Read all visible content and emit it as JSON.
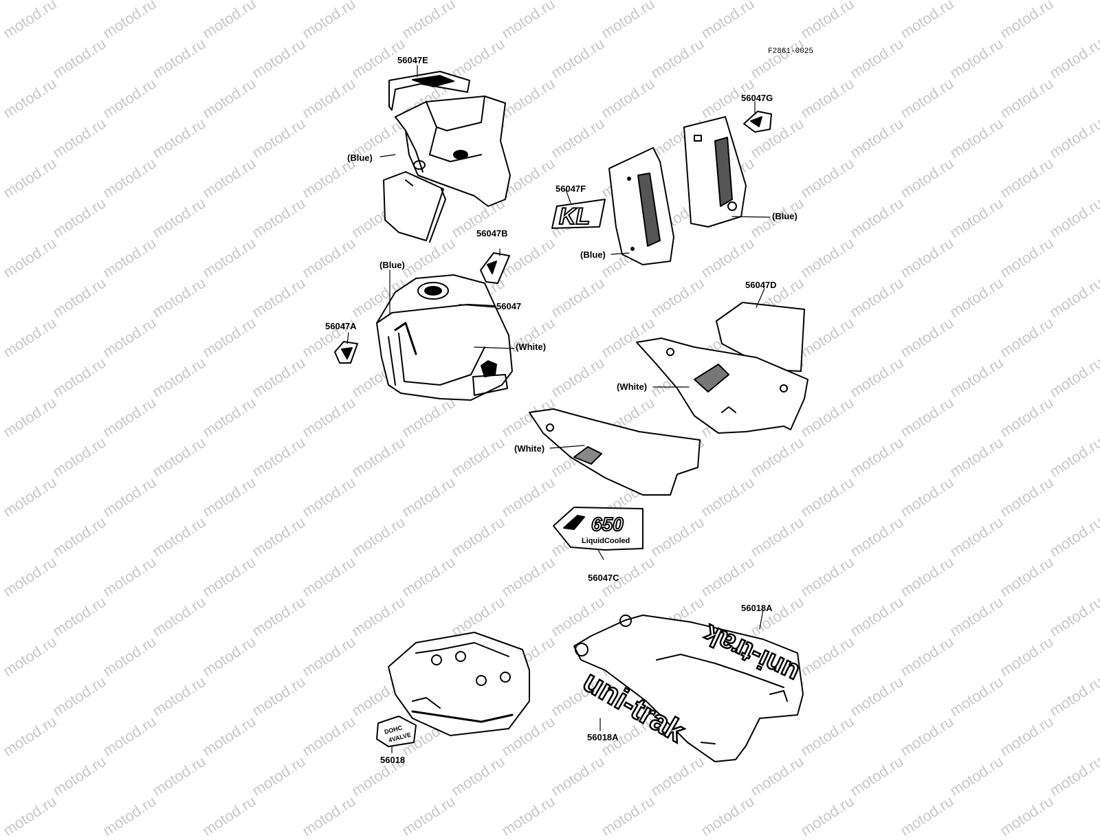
{
  "figure_code": "F2861-0025",
  "watermark": "motod.ru",
  "parts": [
    {
      "id": "p56047E",
      "label": "56047E"
    },
    {
      "id": "p56047G",
      "label": "56047G"
    },
    {
      "id": "p56047F",
      "label": "56047F"
    },
    {
      "id": "p56047B",
      "label": "56047B"
    },
    {
      "id": "p56047",
      "label": "56047"
    },
    {
      "id": "p56047A",
      "label": "56047A"
    },
    {
      "id": "p56047D",
      "label": "56047D"
    },
    {
      "id": "p56047C",
      "label": "56047C"
    },
    {
      "id": "p56018A_top",
      "label": "56018A"
    },
    {
      "id": "p56018A_bottom",
      "label": "56018A"
    },
    {
      "id": "p56018",
      "label": "56018"
    }
  ],
  "colors": [
    {
      "id": "c_fairing",
      "label": "(Blue)"
    },
    {
      "id": "c_sidecover_r",
      "label": "(Blue)"
    },
    {
      "id": "c_sidecover_l",
      "label": "(Blue)"
    },
    {
      "id": "c_tank_top",
      "label": "(Blue)"
    },
    {
      "id": "c_tank_side",
      "label": "(White)"
    },
    {
      "id": "c_panel_r",
      "label": "(White)"
    },
    {
      "id": "c_panel_l",
      "label": "(White)"
    }
  ],
  "decals": {
    "kl": "KL",
    "displacement": "650",
    "liquid_cooled": "LiquidCooled",
    "unitrak": "uni-trak",
    "dohc_line1": "DOHC",
    "dohc_line2": "4VALVE"
  },
  "accent": "#000000"
}
